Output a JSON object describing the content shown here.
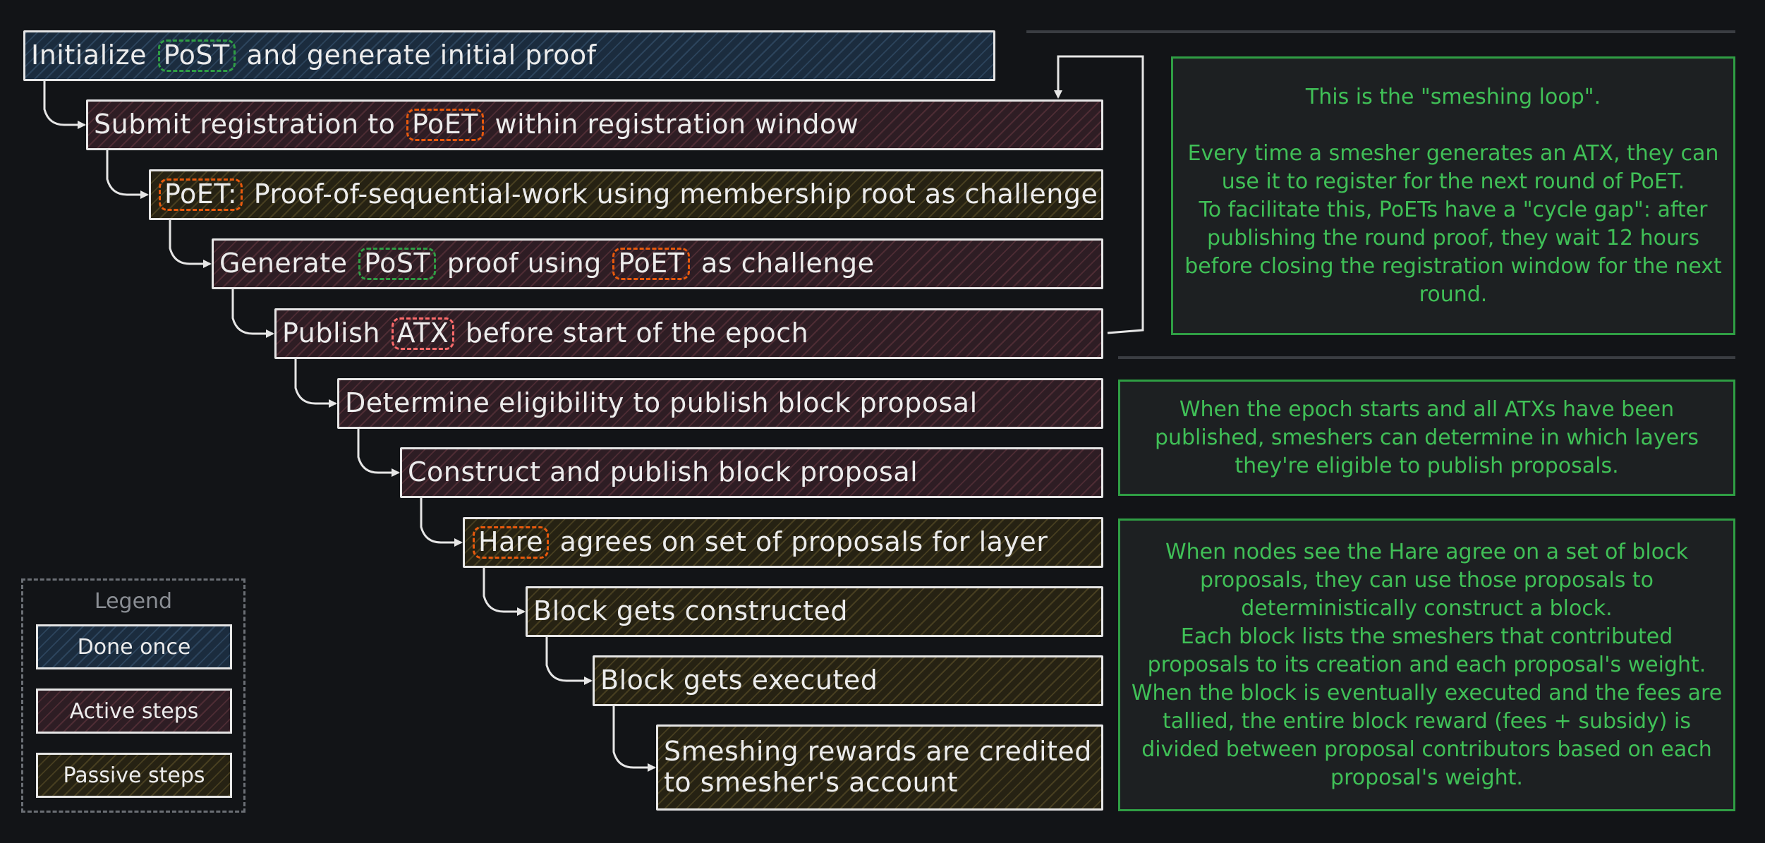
{
  "steps": [
    {
      "id": "init",
      "kind": "done",
      "parts": [
        {
          "t": "Initialize "
        },
        {
          "tag": "PoST",
          "c": "post"
        },
        {
          "t": " and generate initial proof"
        }
      ]
    },
    {
      "id": "register",
      "kind": "active",
      "parts": [
        {
          "t": "Submit registration to "
        },
        {
          "tag": "PoET",
          "c": "poet"
        },
        {
          "t": " within registration window"
        }
      ]
    },
    {
      "id": "poet",
      "kind": "passive",
      "parts": [
        {
          "tag": "PoET:",
          "c": "poet"
        },
        {
          "t": " Proof-of-sequential-work using membership root as challenge"
        }
      ]
    },
    {
      "id": "post",
      "kind": "active",
      "parts": [
        {
          "t": "Generate "
        },
        {
          "tag": "PoST",
          "c": "post"
        },
        {
          "t": " proof using "
        },
        {
          "tag": "PoET",
          "c": "poet"
        },
        {
          "t": " as challenge"
        }
      ]
    },
    {
      "id": "atx",
      "kind": "active",
      "parts": [
        {
          "t": "Publish "
        },
        {
          "tag": "ATX",
          "c": "atx"
        },
        {
          "t": " before start of the epoch"
        }
      ]
    },
    {
      "id": "eligible",
      "kind": "active",
      "parts": [
        {
          "t": "Determine eligibility to publish block proposal"
        }
      ]
    },
    {
      "id": "proposal",
      "kind": "active",
      "parts": [
        {
          "t": "Construct and publish block proposal"
        }
      ]
    },
    {
      "id": "hare",
      "kind": "passive",
      "parts": [
        {
          "tag": "Hare",
          "c": "hare"
        },
        {
          "t": " agrees on set of proposals for layer"
        }
      ]
    },
    {
      "id": "block",
      "kind": "passive",
      "parts": [
        {
          "t": "Block gets constructed"
        }
      ]
    },
    {
      "id": "executed",
      "kind": "passive",
      "parts": [
        {
          "t": "Block gets executed"
        }
      ]
    },
    {
      "id": "rewards",
      "kind": "passive",
      "parts": [
        {
          "t": "Smeshing rewards are credited"
        },
        {
          "br": true
        },
        {
          "t": "to smesher's account"
        }
      ]
    }
  ],
  "notes": {
    "smeshing_loop": {
      "title": "This is the \"smeshing loop\".",
      "lines": [
        "Every time a smesher generates an ATX, they can use it to register for the next round of PoET.",
        "To facilitate this, PoETs have a \"cycle gap\": after publishing the round proof, they wait 12 hours before closing the registration window for the next round."
      ]
    },
    "epoch": {
      "lines": [
        "When the epoch starts and all ATXs have been published, smeshers can determine in which layers they're eligible to publish proposals."
      ]
    },
    "block": {
      "lines": [
        "When nodes see the Hare agree on a set of block proposals, they can use those proposals to deterministically construct a block.",
        "Each block lists the smeshers that contributed proposals to its creation and each proposal's weight.",
        "When the block is eventually executed and the fees are tallied, the entire block reward (fees + subsidy) is divided between proposal contributors based on each proposal's weight."
      ]
    }
  },
  "legend": {
    "title": "Legend",
    "items": [
      {
        "label": "Done once",
        "kind": "done"
      },
      {
        "label": "Active steps",
        "kind": "active"
      },
      {
        "label": "Passive steps",
        "kind": "passive"
      }
    ]
  }
}
